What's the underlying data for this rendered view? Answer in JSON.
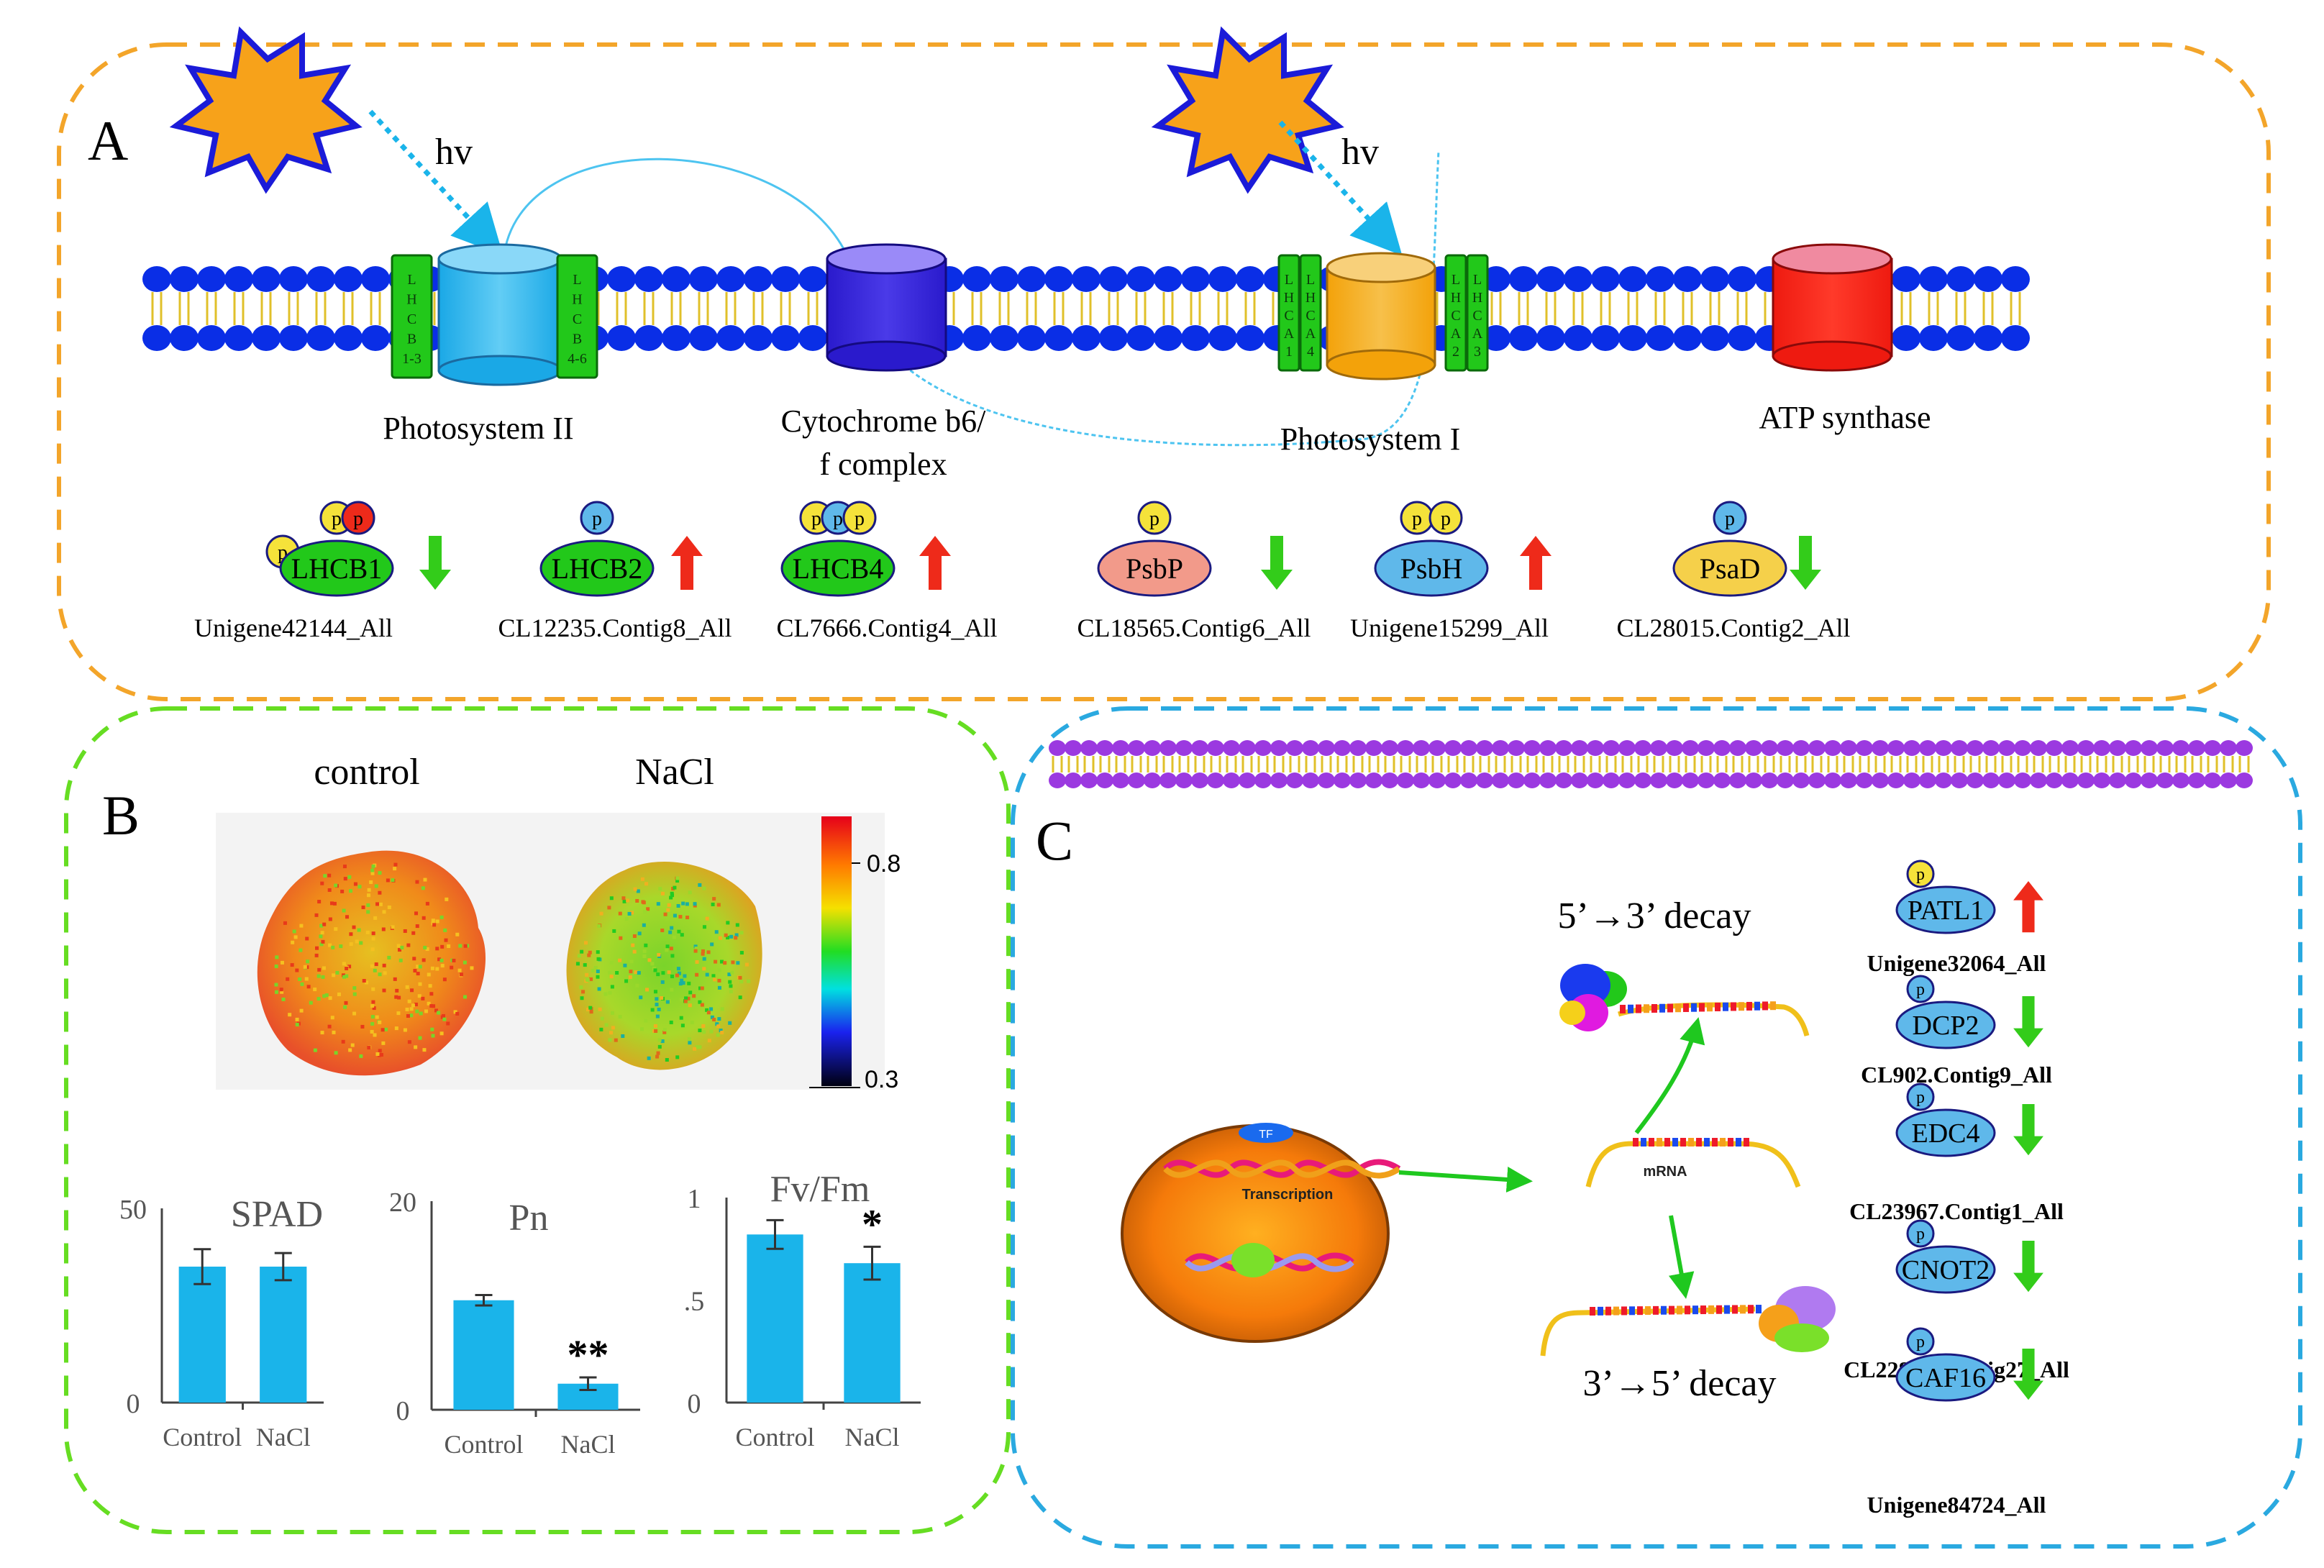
{
  "colors": {
    "panel_a_border": "#f3a52a",
    "panel_b_border": "#66dd22",
    "panel_c_border": "#2aa9e0",
    "membrane_a": "#0a2ee6",
    "membrane_c": "#9b39e0",
    "up_arrow": "#ee2a1a",
    "down_arrow": "#33cc1a",
    "bar": "#1ab4ea",
    "green_arrow": "#1fc81f",
    "sun": "#f7a21a",
    "sun_outline": "#1b1bd8"
  },
  "panel_a": {
    "label": "A",
    "hv_left": "hv",
    "hv_right": "hv",
    "complexes": {
      "photosystem_ii": "Photosystem II",
      "cytochrome_line1": "Cytochrome b6/",
      "cytochrome_line2": "f complex",
      "photosystem_i": "Photosystem I",
      "atp_synthase": "ATP synthase"
    },
    "lhcb_left": [
      "L",
      "H",
      "C",
      "B",
      "1-3"
    ],
    "lhcb_right": [
      "L",
      "H",
      "C",
      "B",
      "4-6"
    ],
    "lhca1": [
      "L",
      "H",
      "C",
      "A",
      "1"
    ],
    "lhca4": [
      "L",
      "H",
      "C",
      "A",
      "4"
    ],
    "lhca2": [
      "L",
      "H",
      "C",
      "A",
      "2"
    ],
    "lhca3": [
      "L",
      "H",
      "C",
      "A",
      "3"
    ],
    "proteins": [
      {
        "name": "LHCB1",
        "gene": "Unigene42144_All",
        "direction": "down",
        "fill": "#22c81a",
        "phospho": [
          "p",
          "p",
          "p"
        ]
      },
      {
        "name": "LHCB2",
        "gene": "CL12235.Contig8_All",
        "direction": "up",
        "fill": "#22c81a",
        "phospho": [
          "p"
        ]
      },
      {
        "name": "LHCB4",
        "gene": "CL7666.Contig4_All",
        "direction": "up",
        "fill": "#22c81a",
        "phospho": [
          "p",
          "p",
          "p"
        ]
      },
      {
        "name": "PsbP",
        "gene": "CL18565.Contig6_All",
        "direction": "down",
        "fill": "#f29a8a",
        "phospho": [
          "p"
        ]
      },
      {
        "name": "PsbH",
        "gene": "Unigene15299_All",
        "direction": "up",
        "fill": "#5fb8ea",
        "phospho": [
          "p",
          "p"
        ]
      },
      {
        "name": "PsaD",
        "gene": "CL28015.Contig2_All",
        "direction": "down",
        "fill": "#f5d04a",
        "phospho": [
          "p"
        ]
      }
    ]
  },
  "panel_b": {
    "label": "B",
    "image_labels": {
      "control": "control",
      "nacl": "NaCl"
    },
    "colorbar": {
      "max_label": "0.8",
      "min_label": "0.3"
    }
  },
  "panel_c": {
    "label": "C",
    "decay_53": "5’→3’ decay",
    "decay_35": "3’→5’ decay",
    "mrna": "mRNA",
    "tf": "TF",
    "transcription": "Transcription",
    "proteins": [
      {
        "name": "PATL1",
        "gene": "Unigene32064_All",
        "direction": "up",
        "phospho_fill": "#f5e23a"
      },
      {
        "name": "DCP2",
        "gene": "CL902.Contig9_All",
        "direction": "down",
        "phospho_fill": "#5fb8ea"
      },
      {
        "name": "EDC4",
        "gene": "CL23967.Contig1_All",
        "direction": "down",
        "phospho_fill": "#5fb8ea"
      },
      {
        "name": "CNOT2",
        "gene": "CL22868.Contig27_All",
        "direction": "down",
        "phospho_fill": "#5fb8ea"
      },
      {
        "name": "CAF16",
        "gene": "Unigene84724_All",
        "direction": "down",
        "phospho_fill": "#5fb8ea"
      }
    ]
  },
  "chart_data": [
    {
      "type": "bar",
      "title": "SPAD",
      "categories": [
        "Control",
        "NaCl"
      ],
      "values": [
        35,
        35
      ],
      "errors": [
        4.5,
        3.5
      ],
      "ylim": [
        0,
        50
      ],
      "yticks": [
        "0",
        "50"
      ],
      "significance": [
        "",
        ""
      ]
    },
    {
      "type": "bar",
      "title": "Pn",
      "categories": [
        "Control",
        "NaCl"
      ],
      "values": [
        10.5,
        2.5
      ],
      "errors": [
        0.5,
        0.6
      ],
      "ylim": [
        0,
        20
      ],
      "yticks": [
        "0",
        "20"
      ],
      "significance": [
        "",
        "**"
      ]
    },
    {
      "type": "bar",
      "title": "Fv/Fm",
      "categories": [
        "Control",
        "NaCl"
      ],
      "values": [
        0.82,
        0.68
      ],
      "errors": [
        0.07,
        0.08
      ],
      "ylim": [
        0,
        1
      ],
      "yticks": [
        "0",
        ".5",
        "1"
      ],
      "significance": [
        "",
        "*"
      ]
    }
  ]
}
